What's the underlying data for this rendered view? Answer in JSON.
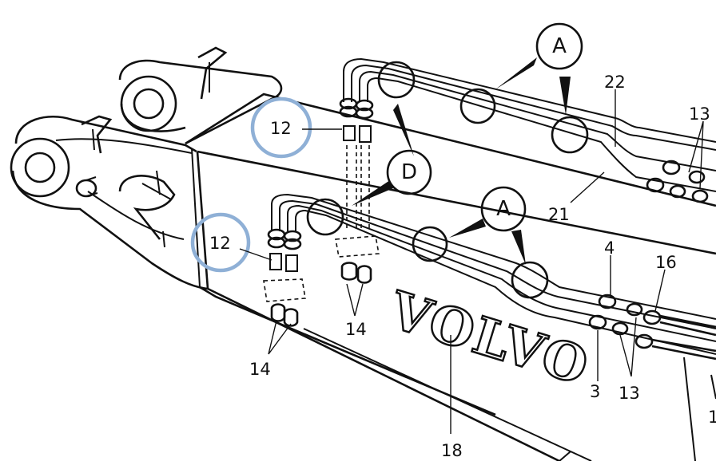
{
  "diagram": {
    "brand_text": "VOLVO",
    "highlight_color": "#8fb0d6",
    "bubbles": {
      "a_upper": "A",
      "a_lower": "A",
      "d": "D"
    },
    "callouts": {
      "n12_upper": "12",
      "n12_lower": "12",
      "n14_center": "14",
      "n14_left": "14",
      "n22": "22",
      "n13_top": "13",
      "n21": "21",
      "n4": "4",
      "n16": "16",
      "n3": "3",
      "n13_bottom": "13",
      "n18": "18",
      "n1_partial": "1"
    }
  }
}
